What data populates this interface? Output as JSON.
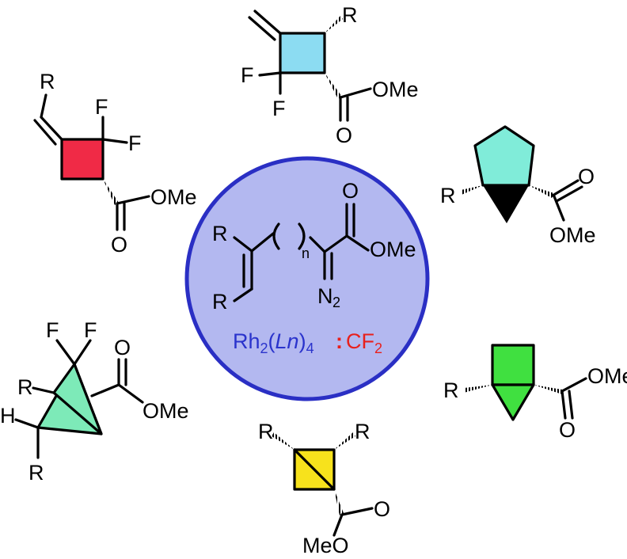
{
  "colors": {
    "circle_fill": "#b3b8f0",
    "circle_stroke": "#2a2fc4",
    "catalyst_text": "#2a33cc",
    "carbene_text": "#e8201c",
    "difluorocyclobutane_fill": "#8cdcf2",
    "methylenecyclobutene_fill": "#f02a46",
    "bicyclopentane_fill": "#80ecd9",
    "bicyclobutane_fill": "#40e040",
    "bicyclobutane_square_fill": "#f7e21c",
    "fluoro_bicyclobutane_fill": "#7deab8"
  },
  "center": {
    "sub_R_top": "R",
    "sub_R_bottom": "R",
    "n_label": "n",
    "ester": "OMe",
    "carbonyl_O": "O",
    "diazo_N": "N",
    "diazo_sub": "2",
    "catalyst": {
      "rh": "Rh",
      "sub2": "2",
      "open": "(",
      "ligand": "Ln",
      "close": ")",
      "sub4": "4"
    },
    "carbene": {
      "dots": ":",
      "text": "CF",
      "sub": "2"
    }
  },
  "products": {
    "top": {
      "R": "R",
      "F1": "F",
      "F2": "F",
      "O": "O",
      "ester": "OMe"
    },
    "top_left": {
      "R": "R",
      "F1": "F",
      "F2": "F",
      "O": "O",
      "ester": "OMe"
    },
    "right_upper": {
      "R": "R",
      "O": "O",
      "ester": "OMe"
    },
    "right_lower": {
      "R": "R",
      "ester": "OMe",
      "O": "O"
    },
    "bottom": {
      "R1": "R",
      "R2": "R",
      "O": "O",
      "ester": "MeO"
    },
    "left_lower": {
      "F1": "F",
      "F2": "F",
      "R1": "R",
      "H": "H",
      "R2": "R",
      "O": "O",
      "ester": "OMe"
    }
  }
}
